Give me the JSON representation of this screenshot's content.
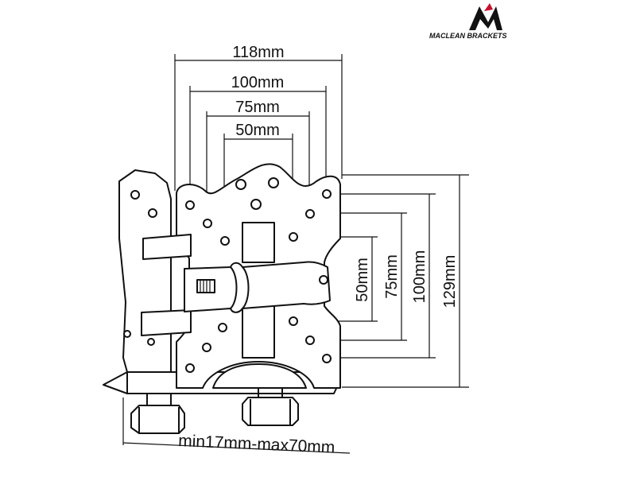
{
  "brand": {
    "name": "MACLEAN BRACKETS",
    "logo_color": "#c8102e"
  },
  "dimensions": {
    "horizontal": [
      {
        "label": "118mm"
      },
      {
        "label": "100mm"
      },
      {
        "label": "75mm"
      },
      {
        "label": "50mm"
      }
    ],
    "vertical": [
      {
        "label": "50mm"
      },
      {
        "label": "75mm"
      },
      {
        "label": "100mm"
      },
      {
        "label": "129mm"
      }
    ],
    "clamp_range": "min17mm-max70mm"
  },
  "colors": {
    "line": "#111111",
    "fill": "#ffffff"
  }
}
